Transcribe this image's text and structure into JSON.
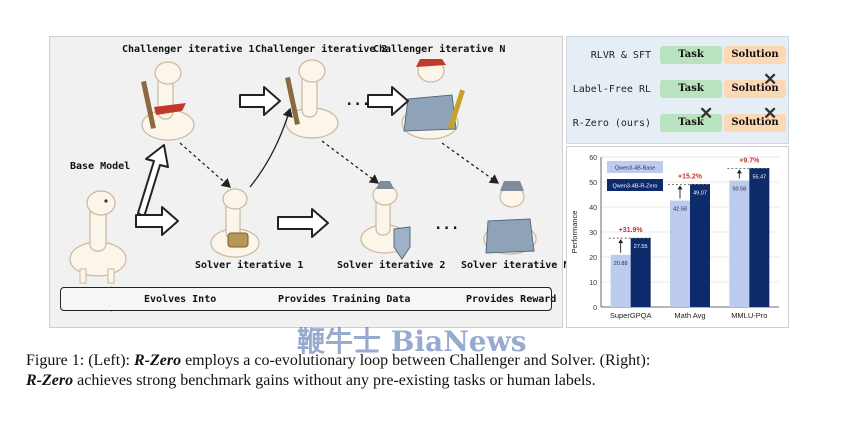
{
  "left": {
    "stage_labels": {
      "challenger_1": "Challenger iterative 1",
      "challenger_2": "Challenger iterative 2",
      "challenger_n": "Challenger iterative N",
      "base_model": "Base Model",
      "solver_1": "Solver iterative 1",
      "solver_2": "Solver iterative 2",
      "solver_n": "Solver iterative N",
      "ellipsis": "..."
    },
    "legend": {
      "evolves": "Evolves Into",
      "training": "Provides Training Data",
      "reward": "Provides Reward"
    }
  },
  "right_top": {
    "rows": [
      {
        "label": "RLVR & SFT",
        "task": "Task",
        "solution": "Solution",
        "task_crossed": false,
        "solution_crossed": false
      },
      {
        "label": "Label-Free RL",
        "task": "Task",
        "solution": "Solution",
        "task_crossed": false,
        "solution_crossed": true
      },
      {
        "label": "R-Zero (ours)",
        "task": "Task",
        "solution": "Solution",
        "task_crossed": true,
        "solution_crossed": true
      }
    ]
  },
  "chart_data": {
    "type": "bar",
    "categories": [
      "SuperGPQA",
      "Math Avg",
      "MMLU-Pro"
    ],
    "series": [
      {
        "name": "Qwen3-4B-Base",
        "values": [
          20.88,
          42.58,
          50.58
        ],
        "color": "#bccbee"
      },
      {
        "name": "Qwen3-4B-R-Zero",
        "values": [
          27.55,
          49.07,
          55.47
        ],
        "color": "#0d2b6b"
      }
    ],
    "gains": [
      "+31.9%",
      "+15.2%",
      "+9.7%"
    ],
    "gain_color": "#c0392b",
    "ylabel": "Performance",
    "ylim": [
      0,
      60
    ],
    "yticks": [
      "0",
      "10",
      "20",
      "30",
      "40",
      "50",
      "60"
    ],
    "grid": true,
    "legend_position": "top-left"
  },
  "caption": {
    "prefix": "Figure 1: (Left): ",
    "name1": "R-Zero",
    "mid1": " employs a co-evolutionary loop between Challenger and Solver. (Right):",
    "name2": "R-Zero",
    "mid2": " achieves strong benchmark gains without any pre-existing tasks or human labels."
  },
  "watermark": "鞭牛士 BiaNews"
}
